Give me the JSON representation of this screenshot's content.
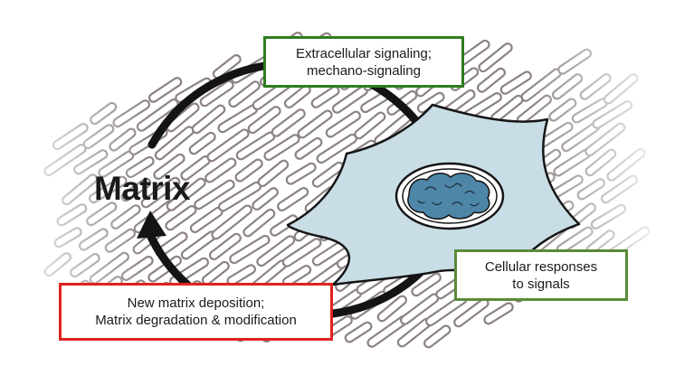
{
  "matrix_label": "Matrix",
  "boxes": {
    "extracellular": {
      "line1": "Extracellular signaling;",
      "line2": "mechano-signaling",
      "border_color": "#2e7d1f"
    },
    "cellular": {
      "line1": "Cellular responses",
      "line2": "to signals",
      "border_color": "#5a8a3a"
    },
    "new_matrix": {
      "line1": "New matrix deposition;",
      "line2": "Matrix degradation & modification",
      "border_color": "#e0231f"
    }
  },
  "colors": {
    "fiber_stroke": "#8c8283",
    "fiber_fill": "#ffffff",
    "cell_fill": "#c9dde6",
    "nucleus_fill": "#4e86a8",
    "arrow": "#141414"
  }
}
